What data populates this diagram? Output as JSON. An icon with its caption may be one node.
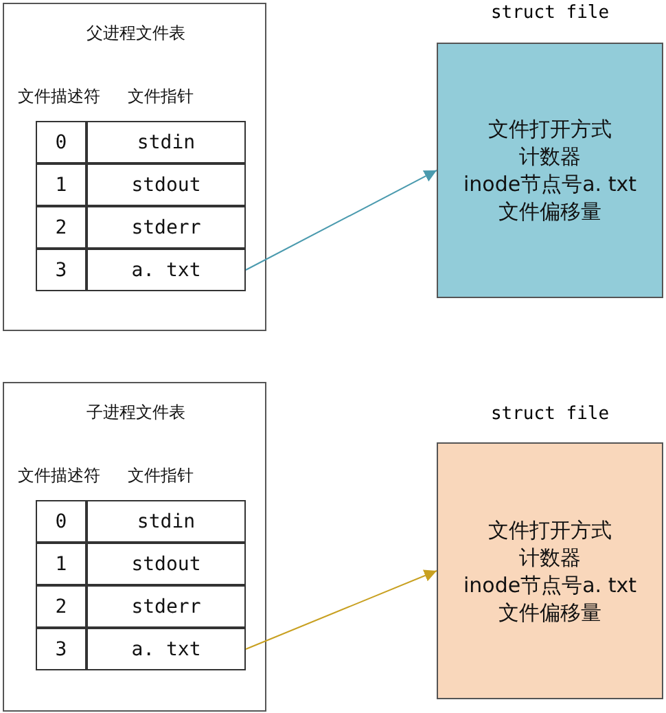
{
  "diagram": {
    "nodes": [
      {
        "text": [
          "父进程文件表",
          "文件描述符",
          "文件指针"
        ]
      },
      {
        "text": [
          "0"
        ],
        "in": 0
      },
      {
        "text": [
          "stdin"
        ],
        "in": 0
      },
      {
        "text": [
          "1"
        ],
        "in": 0
      },
      {
        "text": [
          "stdout"
        ],
        "in": 0
      },
      {
        "text": [
          "2"
        ],
        "in": 0
      },
      {
        "text": [
          "stderr"
        ],
        "in": 0
      },
      {
        "text": [
          "3"
        ],
        "in": 0
      },
      {
        "text": [
          "a. txt"
        ],
        "in": 0
      },
      {
        "text": [
          "struct file",
          "文件打开方式",
          "计数器",
          "inode节点号a. txt",
          "文件偏移量"
        ]
      },
      {
        "text": [
          "子进程文件表",
          "文件描述符",
          "文件指针"
        ]
      },
      {
        "text": [
          "0"
        ],
        "in": 10
      },
      {
        "text": [
          "stdin"
        ],
        "in": 10
      },
      {
        "text": [
          "1"
        ],
        "in": 10
      },
      {
        "text": [
          "stdout"
        ],
        "in": 10
      },
      {
        "text": [
          "2"
        ],
        "in": 10
      },
      {
        "text": [
          "stderr"
        ],
        "in": 10
      },
      {
        "text": [
          "3"
        ],
        "in": 10
      },
      {
        "text": [
          "a. txt"
        ],
        "in": 10
      },
      {
        "text": [
          "struct file",
          "文件打开方式",
          "计数器",
          "inode节点号a. txt",
          "文件偏移量"
        ]
      }
    ],
    "edges": [
      {
        "from": 8,
        "to": 9,
        "arrow": "to",
        "color": "#4a9aae"
      },
      {
        "from": 18,
        "to": 19,
        "arrow": "to",
        "color": "#c8a020"
      }
    ]
  }
}
